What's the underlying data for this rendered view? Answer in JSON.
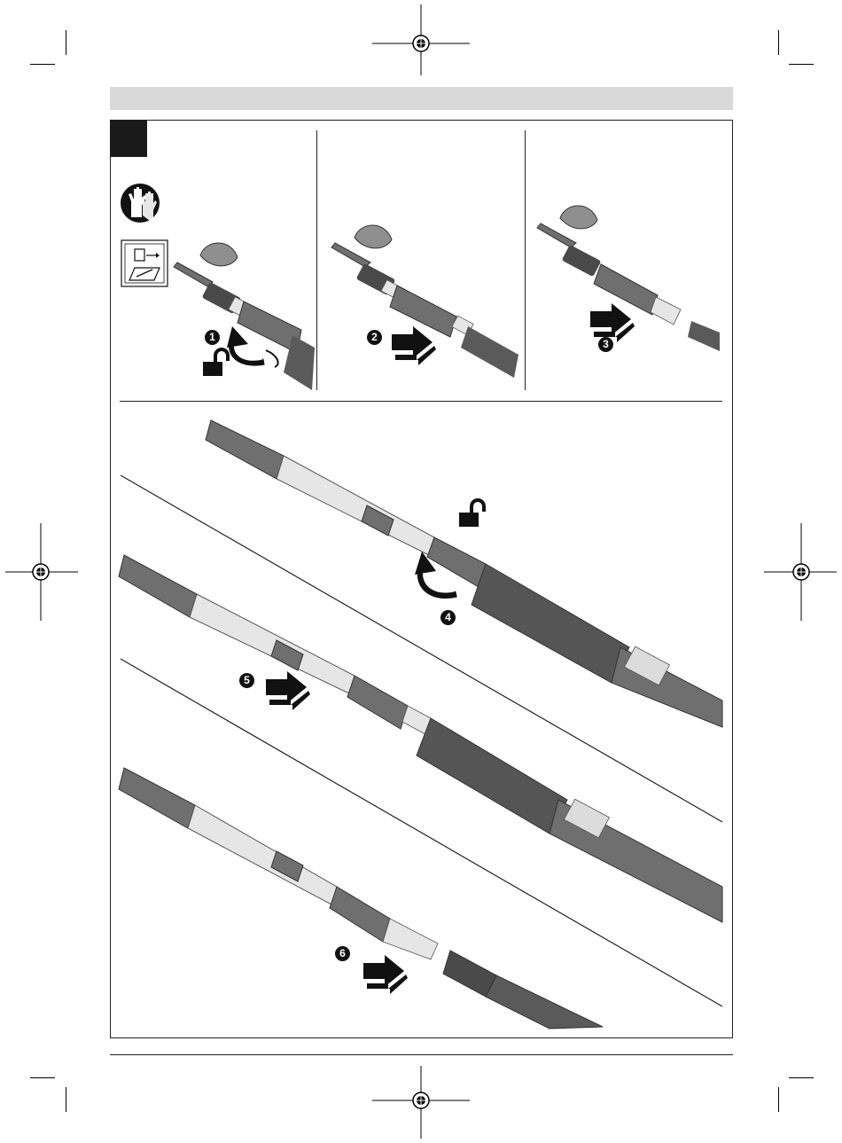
{
  "figure": {
    "icons": {
      "gloves": "gloves-icon",
      "manual": "read-manual-icon",
      "unlock": "unlock-padlock-icon",
      "push": "push-arrow-icon",
      "rotate": "rotate-arrow-icon"
    },
    "steps": [
      {
        "number": "1",
        "action": "unlock-rotate"
      },
      {
        "number": "2",
        "action": "push"
      },
      {
        "number": "3",
        "action": "push"
      },
      {
        "number": "4",
        "action": "unlock-rotate"
      },
      {
        "number": "5",
        "action": "push"
      },
      {
        "number": "6",
        "action": "push"
      }
    ],
    "colors": {
      "tool_body": "#6f6f6f",
      "tool_dark": "#4a4a4a",
      "tube_light": "#e6e6e6",
      "ink": "#111111",
      "header_bar": "#d9d9d9"
    }
  }
}
